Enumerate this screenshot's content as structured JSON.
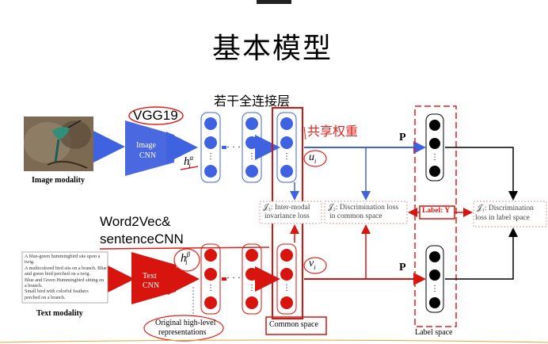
{
  "title": "基本模型",
  "subtitle": "若干全连接层",
  "labels": {
    "vgg": "VGG19",
    "image_cnn": [
      "Image",
      "CNN"
    ],
    "image_modality": "Image modality",
    "shared_weights": "共享权重",
    "w2v_line1": "Word2Vec&",
    "w2v_line2": "sentenceCNN",
    "text_cnn": [
      "Text",
      "CNN"
    ],
    "text_modality": "Text modality",
    "orig_repr": [
      "Original high-level",
      "representations"
    ],
    "common_space": "Common space",
    "label_space": "Label space",
    "label_y": "Label: Y",
    "P": "P",
    "ellipsis": "· · ·",
    "h_alpha": "h",
    "h_alpha_sup": "α",
    "h_alpha_sub": "i",
    "h_beta": "h",
    "h_beta_sup": "β",
    "h_beta_sub": "i",
    "u_i": "u",
    "u_i_sub": "i",
    "v_i": "v",
    "v_i_sub": "i"
  },
  "losses": {
    "j3": [
      "𝒥₃: Inter-modal",
      "invariance loss"
    ],
    "j2": [
      "𝒥₂: Discrimination loss",
      "in common space"
    ],
    "j1": [
      "𝒥₁: Discrimination",
      "loss in label space"
    ]
  },
  "caption_text": [
    "A blue-green hummingbird sits upon a",
    "twig.",
    "A multicolored bird sits on a branch. Blue",
    "and green bird perched on a twig.",
    "Blue and Green Hummingbird sitting on",
    "a branch.",
    "Small bird with colorful feathers",
    "perched on a branch."
  ],
  "colors": {
    "blue": "#3f63e0",
    "red": "#d8140f",
    "dark": "#000000",
    "annot_red": "#e0201a"
  }
}
